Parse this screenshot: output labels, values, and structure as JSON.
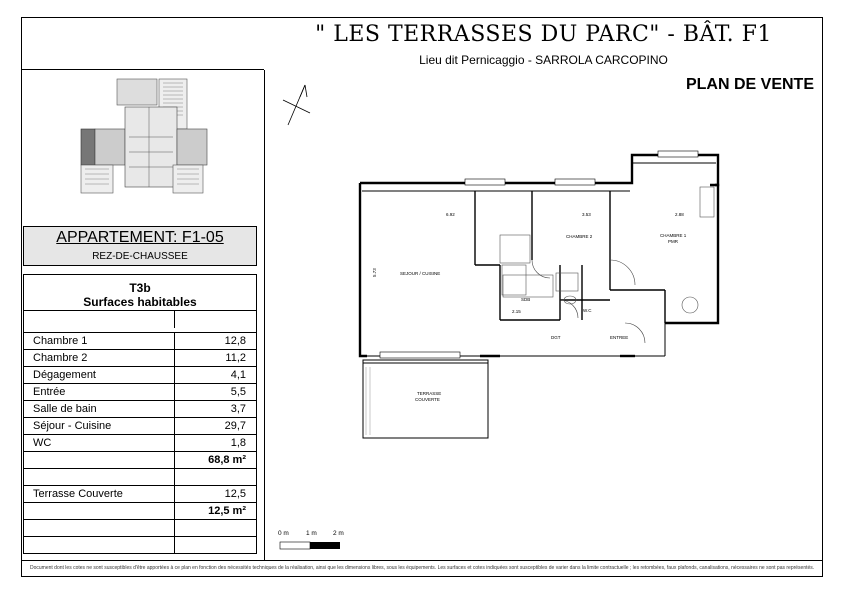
{
  "header": {
    "title": "\" LES TERRASSES DU PARC\"  -  BÂT.  F1",
    "subtitle": "Lieu dit Pernicaggio - SARROLA CARCOPINO",
    "plan_label": "PLAN DE VENTE"
  },
  "apartment": {
    "title": "APPARTEMENT: F1-05",
    "level": "REZ-DE-CHAUSSEE"
  },
  "surfaces": {
    "type": "T3b",
    "heading": "Surfaces habitables",
    "rooms": [
      {
        "label": "Chambre 1",
        "value": "12,8"
      },
      {
        "label": "Chambre 2",
        "value": "11,2"
      },
      {
        "label": "Dégagement",
        "value": "4,1"
      },
      {
        "label": "Entrée",
        "value": "5,5"
      },
      {
        "label": "Salle de bain",
        "value": "3,7"
      },
      {
        "label": "Séjour - Cuisine",
        "value": "29,7"
      },
      {
        "label": "WC",
        "value": "1,8"
      }
    ],
    "total": "68,8 m²",
    "terrace_label": "Terrasse Couverte",
    "terrace_value": "12,5",
    "terrace_total": "12,5 m²"
  },
  "plan_labels": {
    "sejour": "SEJOUR / CUISINE",
    "chambre2": "CHAMBRE 2",
    "chambre1": "CHAMBRE 1",
    "pmr": "PMR",
    "sdb": "SDB",
    "wc": "W.C",
    "deg": "DGT",
    "entree": "ENTREE",
    "terrasse": "TERRASSE",
    "couverte": "COUVERTE",
    "dim1": "6.92",
    "dim2": "3.53",
    "dim3": "2.88",
    "dim4": "5.73",
    "dim5": "2.15"
  },
  "scale": {
    "t0": "0 m",
    "t1": "1 m",
    "t2": "2 m"
  },
  "disclaimer": "Document dont les cotes ne sont susceptibles d'être apportées à ce plan en fonction des nécessités techniques de la réalisation, ainsi que les dimensions libres, sous les équipements. Les surfaces et cotes indiquées sont susceptibles de varier dans la limite contractuelle ; les retombées, faux plafonds, canalisations, nécessaires ne sont pas représentés."
}
